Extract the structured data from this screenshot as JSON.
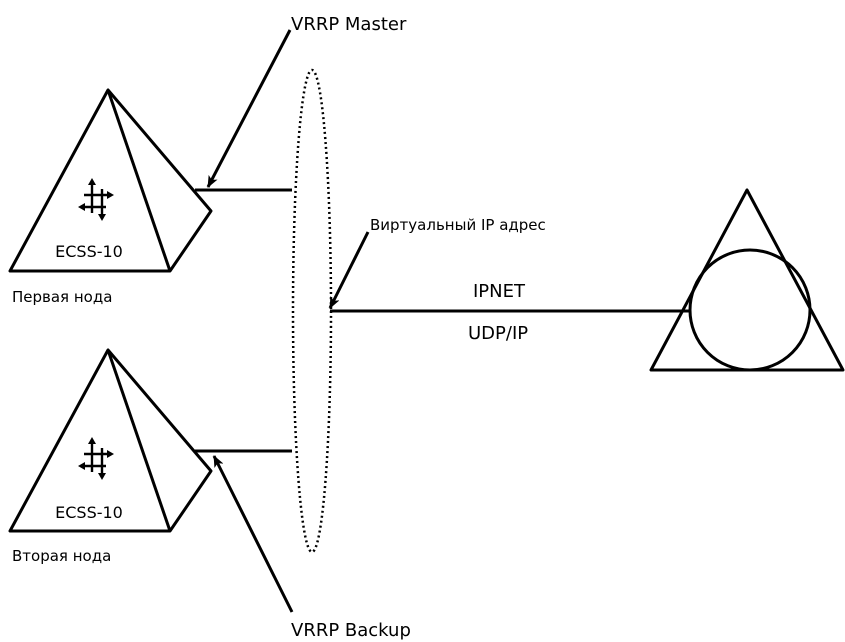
{
  "labels": {
    "vrrp_master": "VRRP Master",
    "vrrp_backup": "VRRP Backup",
    "virtual_ip": "Виртуальный IP адрес",
    "ipnet": "IPNET",
    "udp_ip": "UDP/IP"
  },
  "nodes": [
    {
      "device": "ECSS-10",
      "caption": "Первая нода"
    },
    {
      "device": "ECSS-10",
      "caption": "Вторая нода"
    }
  ],
  "colors": {
    "stroke": "#000000",
    "background": "#ffffff"
  },
  "icons": {
    "node_icon": "pyramid-device-icon",
    "network_icon": "triangle-circle-network-icon",
    "arrows_icon": "four-way-arrows-icon"
  }
}
